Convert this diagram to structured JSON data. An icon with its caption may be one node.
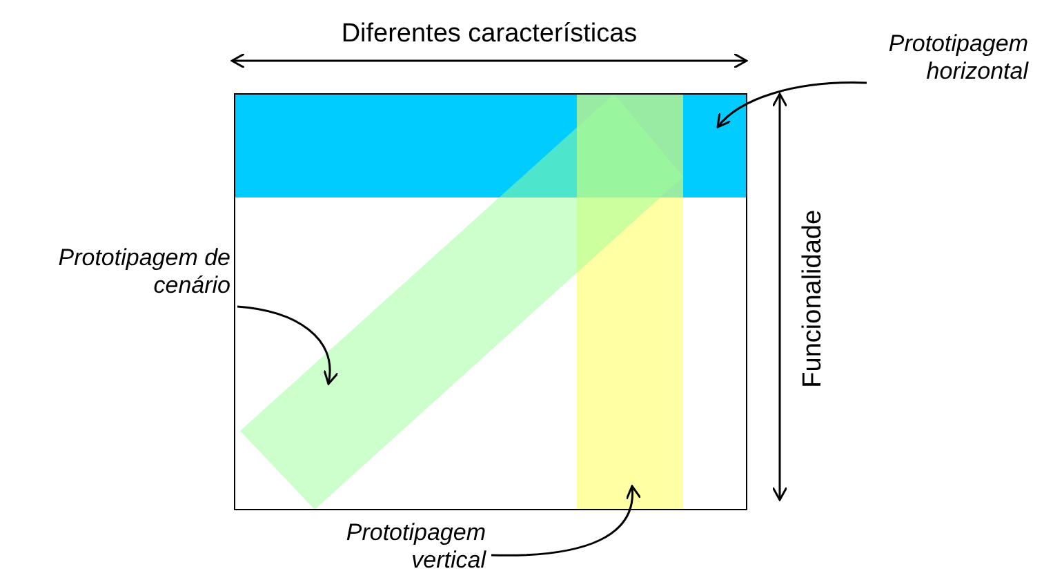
{
  "diagram": {
    "nodes": [
      {
        "text": [
          "Prototipagem horizontal"
        ]
      },
      {
        "text": [],
        "shape": "bar"
      },
      {
        "text": [
          "Prototipagem de cenário"
        ]
      },
      {
        "text": [],
        "shape": "bar"
      },
      {
        "text": [
          "Prototipagem vertical"
        ]
      },
      {
        "text": [],
        "shape": "bar"
      }
    ],
    "edges": [
      {
        "from": 0,
        "to": 1,
        "arrow": "to"
      },
      {
        "from": 2,
        "to": 3,
        "arrow": "to"
      },
      {
        "from": 4,
        "to": 5,
        "arrow": "to"
      }
    ],
    "labels": [
      "Diferentes características",
      "Funcionalidade"
    ]
  }
}
